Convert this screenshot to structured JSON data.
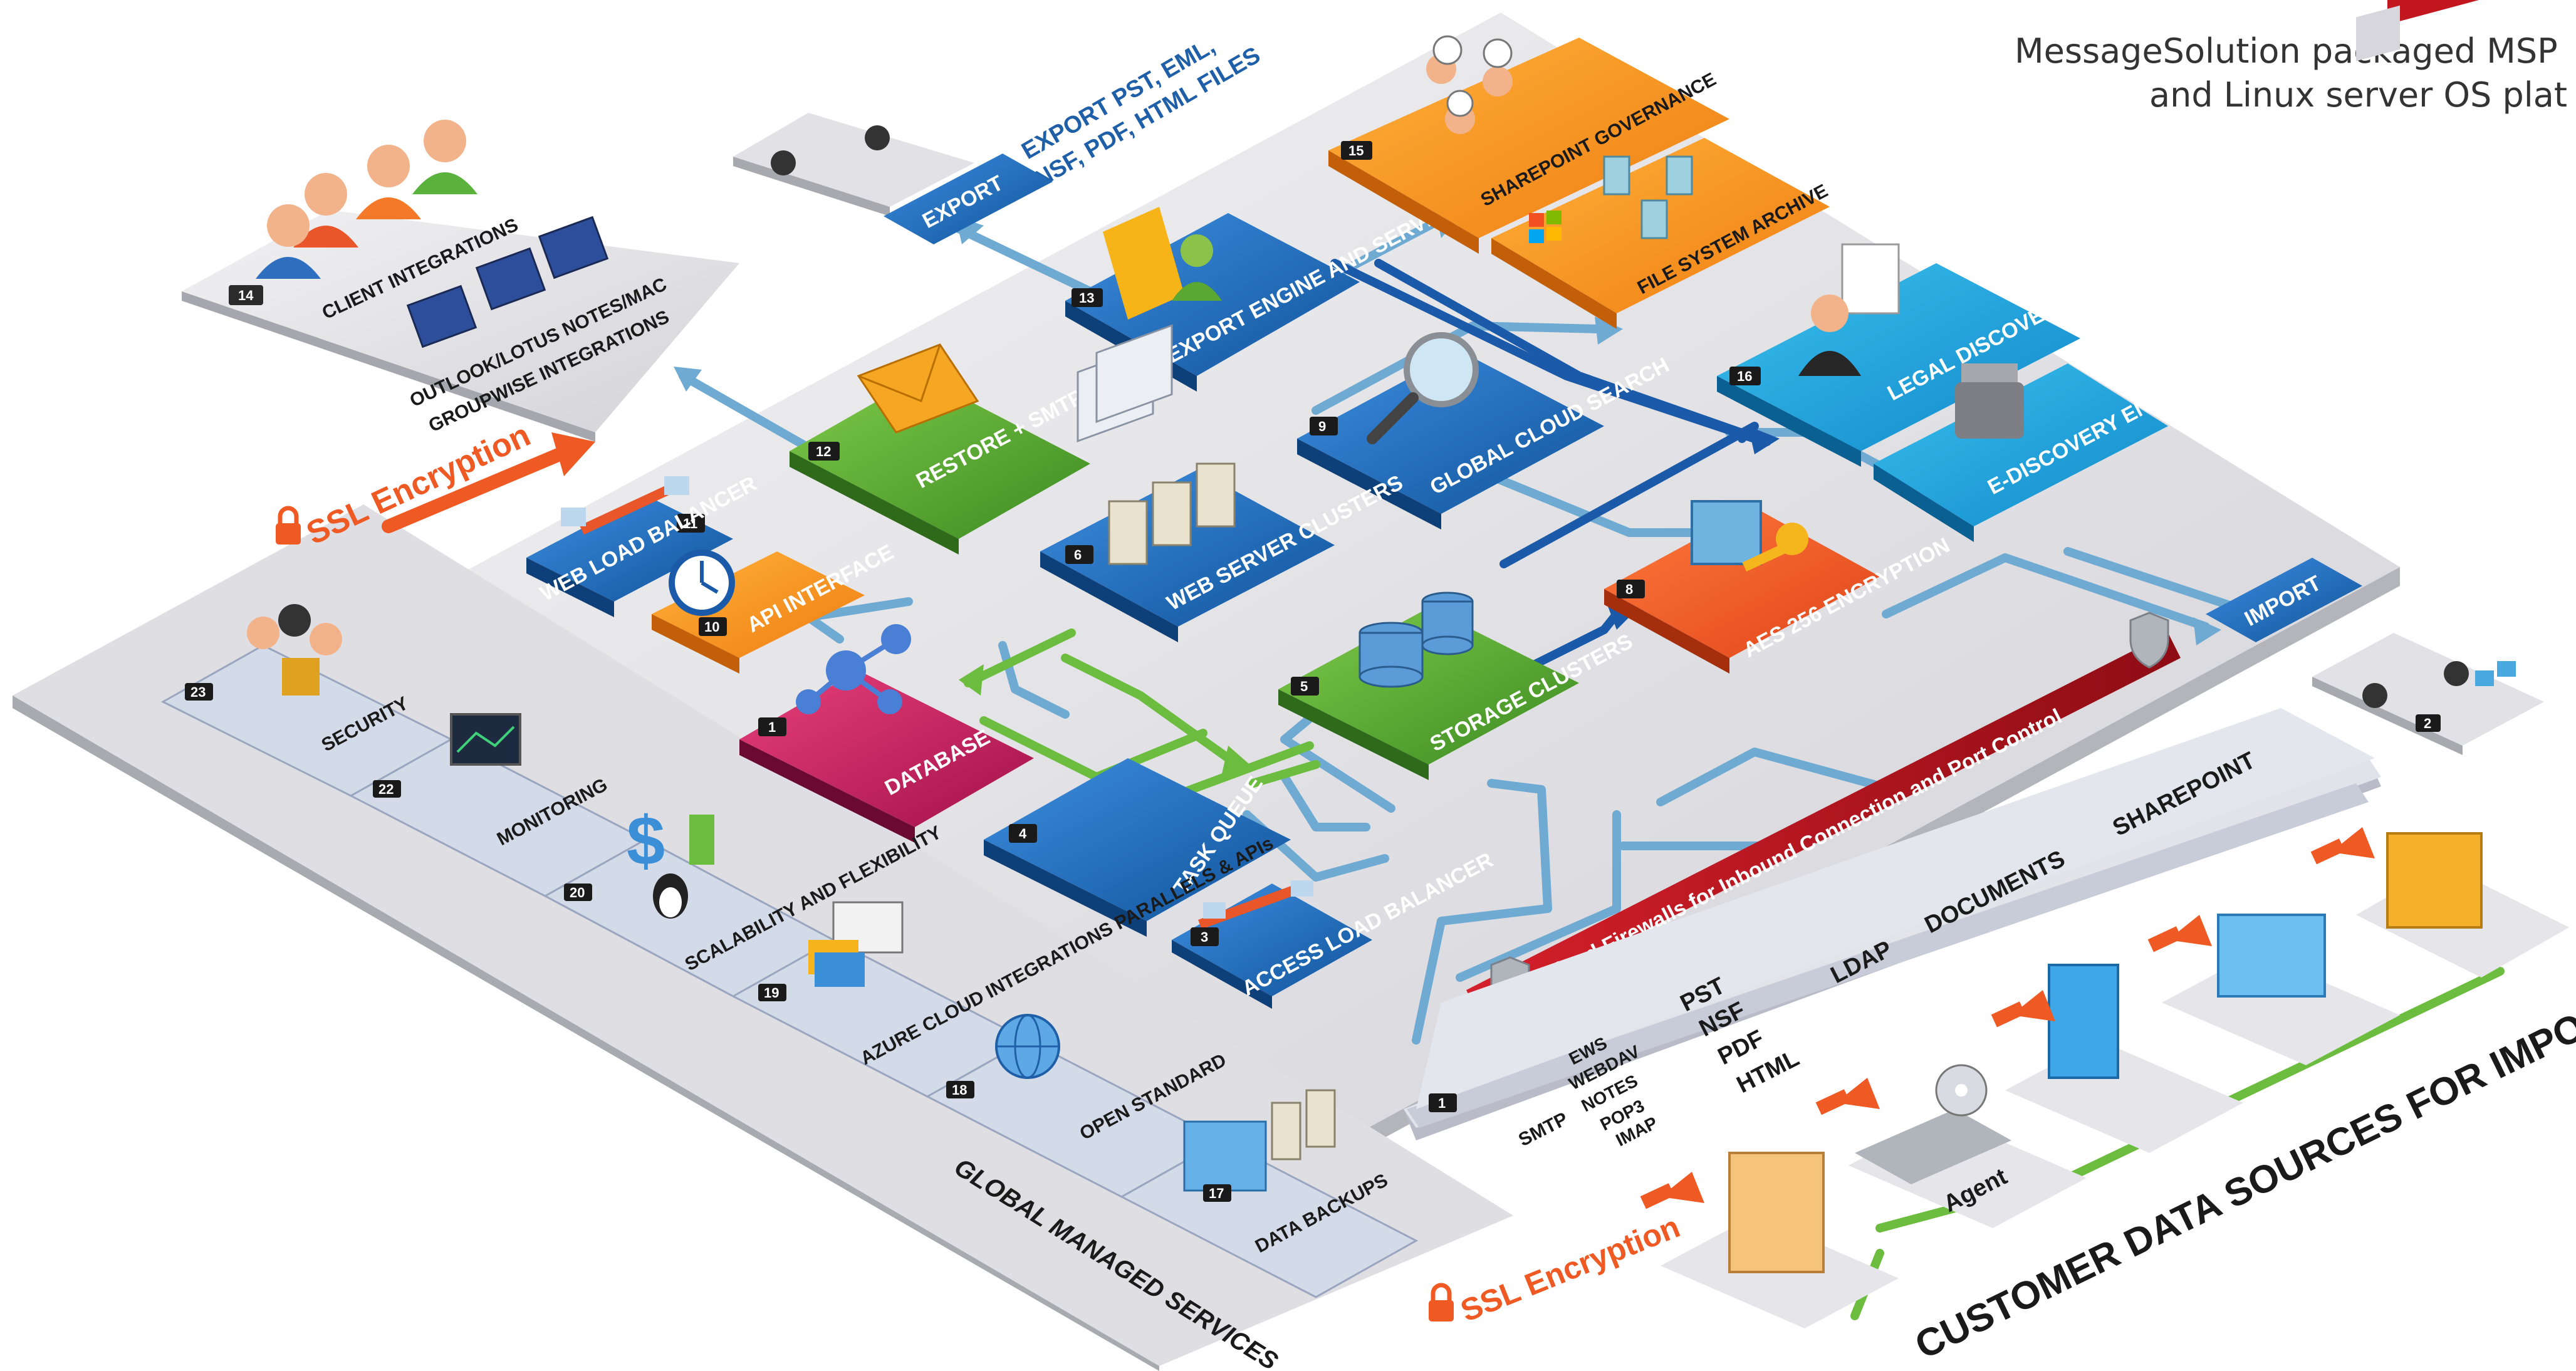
{
  "title": {
    "line1": "MessageSolution packaged MSP",
    "line2": "and Linux server OS plat"
  },
  "colors": {
    "blue": "#1f6db5",
    "green": "#5aa832",
    "orange": "#f08a1c",
    "magenta": "#c2185b",
    "red_orange": "#ef5a24",
    "platform": "#d9d9de",
    "firewall": "#c0141e"
  },
  "modules": {
    "m1": {
      "number": "1",
      "label": "DATABASE",
      "icon": "molecule-icon"
    },
    "m2": {
      "number": "4",
      "label": "TASK QUEUE",
      "icon": "file-folders-icon"
    },
    "m3": {
      "number": "3",
      "label": "ACCESS LOAD BALANCER",
      "icon": "scale-icon"
    },
    "m4": {
      "number": "5",
      "label": "STORAGE CLUSTERS",
      "icon": "disk-stack-icon"
    },
    "m5": {
      "number": "6",
      "label": "WEB SERVER CLUSTERS",
      "icon": "server-icon"
    },
    "m6": {
      "number": "8",
      "label": "AES 256 ENCRYPTION",
      "icon": "key-icon"
    },
    "m7": {
      "number": "9",
      "label": "GLOBAL CLOUD SEARCH",
      "icon": "magnifier-icon"
    },
    "m8": {
      "number": "10",
      "label": "API INTERFACE",
      "icon": "clock-icon"
    },
    "m9": {
      "number": "11",
      "label": "WEB LOAD BALANCER",
      "icon": "scale-icon"
    },
    "m10": {
      "number": "12",
      "label": "RESTORE + SMTP",
      "icon": "envelope-icon"
    },
    "m11": {
      "number": "13",
      "label": "EXPORT ENGINE AND SERVICES",
      "icon": "user-folder-icon"
    },
    "m12": {
      "number": "14",
      "label": "CLIENT INTEGRATIONS",
      "sub1": "OUTLOOK/LOTUS NOTES/MAC",
      "sub2": "GROUPWISE INTEGRATIONS",
      "icon": "users-icon"
    },
    "m13": {
      "number": "15",
      "label": "SHAREPOINT GOVERNANCE",
      "icon": "chat-users-icon"
    },
    "m14": {
      "label": "FILE SYSTEM ARCHIVE",
      "icon": "windows-logo-icon"
    },
    "m15": {
      "number": "16",
      "label": "LEGAL DISCOVERY",
      "icon": "lawyer-icon"
    },
    "m16": {
      "label": "E-DISCOVERY ENGINE",
      "icon": "engine-icon"
    }
  },
  "export": {
    "label": "EXPORT",
    "text1": "EXPORT PST, EML,",
    "text2": "NSF, PDF, HTML FILES"
  },
  "import": {
    "label": "IMPORT",
    "number": "2"
  },
  "ssl": {
    "top": "SSL Encryption",
    "bottom": "SSL Encryption"
  },
  "firewall": {
    "label": "Cloud Firewalls for Inbound Connection and Port Control"
  },
  "protocols": {
    "number": "1",
    "smtp": "SMTP",
    "col2": [
      "EWS",
      "WEBDAV",
      "NOTES",
      "POP3",
      "IMAP"
    ],
    "col3": [
      "PST",
      "NSF",
      "PDF",
      "HTML"
    ],
    "ldap": "LDAP",
    "documents": "DOCUMENTS",
    "sharepoint": "SHAREPOINT"
  },
  "managed": {
    "title": "GLOBAL MANAGED SERVICES",
    "items": [
      {
        "number": "23",
        "label": "SECURITY",
        "icon": "security-users-icon"
      },
      {
        "number": "22",
        "label": "MONITORING",
        "icon": "monitor-icon"
      },
      {
        "number": "20",
        "label": "SCALABILITY AND FLEXIBILITY",
        "icon": "dollar-linux-icon"
      },
      {
        "number": "19",
        "label": "AZURE CLOUD INTEGRATIONS PARALLELS & APIs",
        "icon": "cards-icon"
      },
      {
        "number": "18",
        "label": "OPEN STANDARD",
        "icon": "globe-network-icon"
      },
      {
        "number": "17",
        "label": "DATA BACKUPS",
        "icon": "backup-servers-icon"
      }
    ]
  },
  "customer": {
    "title": "CUSTOMER DATA SOURCES FOR IMPORT",
    "agent": "Agent"
  }
}
